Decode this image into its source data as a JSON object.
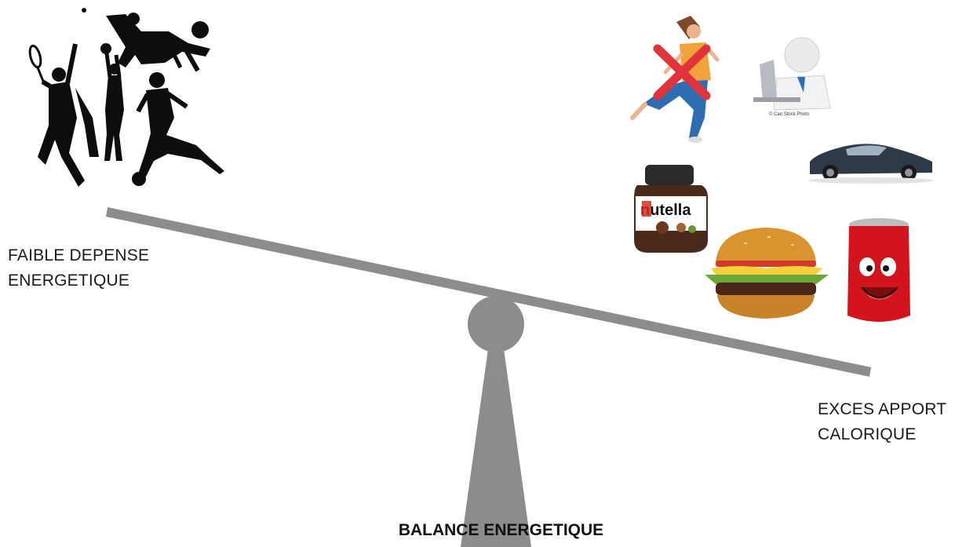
{
  "labels": {
    "left_line1": "FAIBLE DEPENSE",
    "left_line2": "ENERGETIQUE",
    "right_line1": "EXCES APPORT",
    "right_line2": "CALORIQUE",
    "caption": "BALANCE ENERGETIQUE"
  },
  "image_text": {
    "stock_credit": "© Can Stock Photo",
    "jar_brand": "nutella"
  },
  "colors": {
    "scale_gray": "#8c8c8c",
    "silhouette": "#0d0d0d",
    "cross_red": "#e0343a",
    "can_red": "#d4141c"
  }
}
